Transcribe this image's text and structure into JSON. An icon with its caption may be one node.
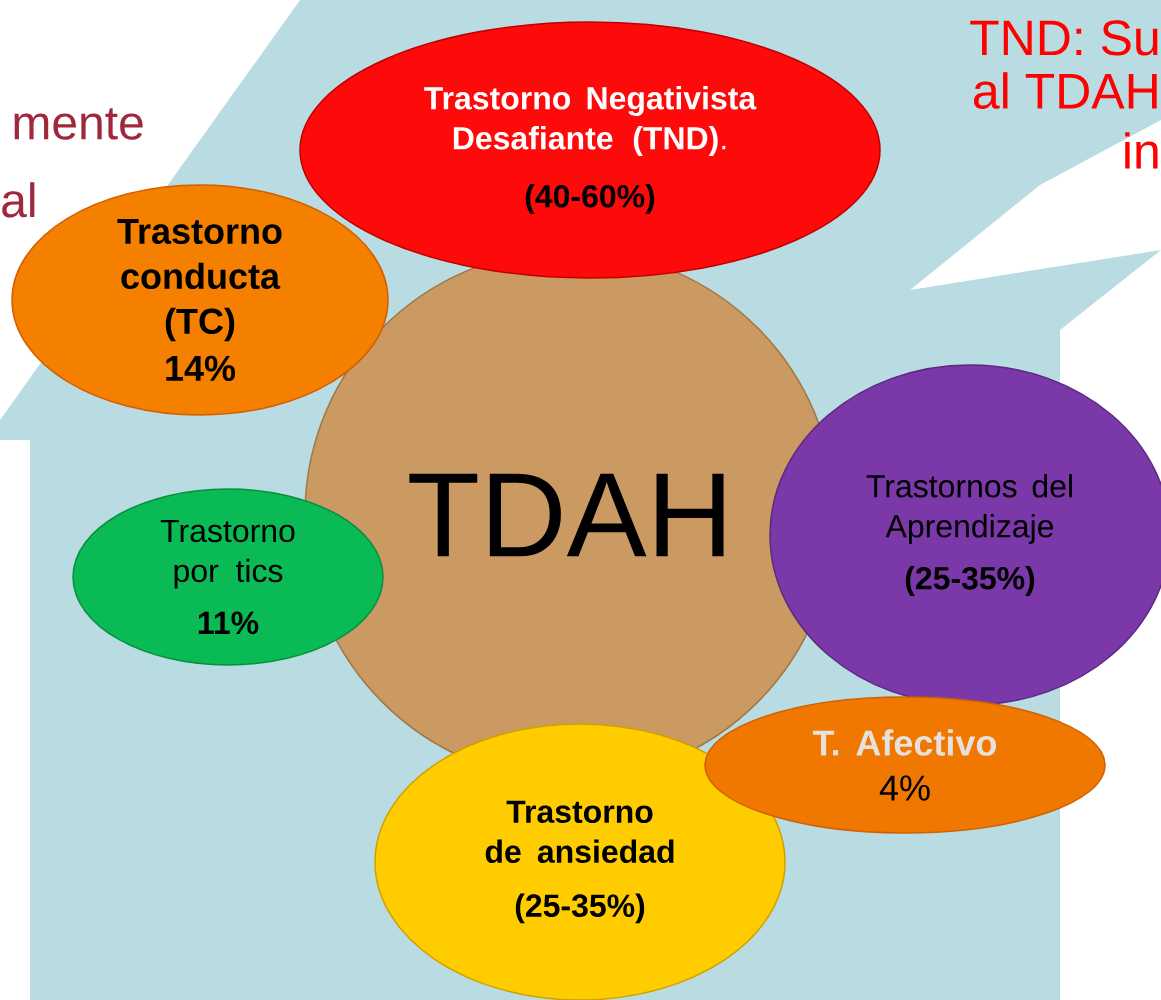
{
  "diagram": {
    "nodes": [
      {
        "text": [
          "**Trastorno Negativista Desafiante (TND)**.",
          "(40-60%)"
        ]
      },
      {
        "text": [
          "Trastorno conducta (TC)",
          "14%"
        ]
      },
      {
        "text": [
          "Trastorno por tics",
          "11%"
        ]
      },
      {
        "text": [
          "TDAH"
        ]
      },
      {
        "text": [
          "Trastornos del Aprendizaje",
          "(25-35%)"
        ]
      },
      {
        "text": [
          "T. Afectivo",
          "4%"
        ]
      },
      {
        "text": [
          "Trastorno de ansiedad",
          "(25-35%)"
        ]
      }
    ],
    "labels": [
      "TND: Su",
      "mente",
      "al TDAH",
      "in",
      "al"
    ]
  }
}
